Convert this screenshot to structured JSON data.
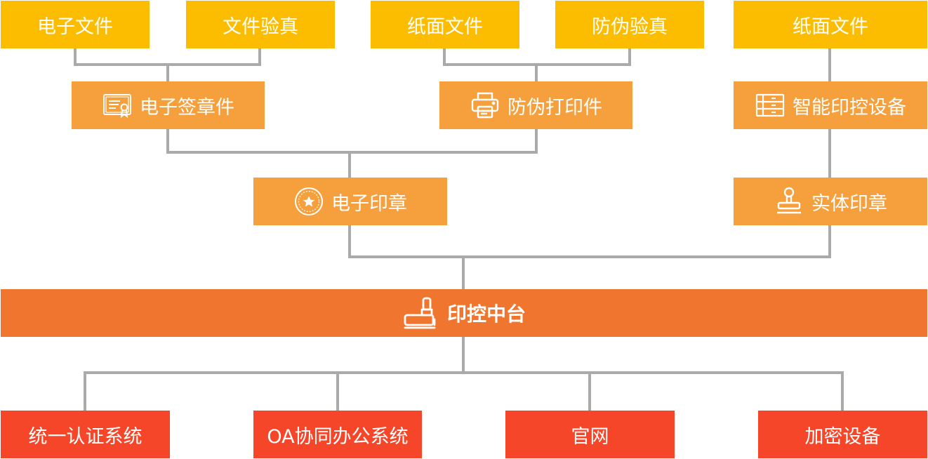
{
  "top": {
    "electronic_file": "电子文件",
    "file_verify": "文件验真",
    "paper_file_1": "纸面文件",
    "anti_fake_verify": "防伪验真",
    "paper_file_2": "纸面文件"
  },
  "middle": {
    "e_signed_file": "电子签章件",
    "anti_fake_print": "防伪打印件",
    "smart_seal_device": "智能印控设备"
  },
  "seals": {
    "electronic_seal": "电子印章",
    "physical_seal": "实体印章"
  },
  "hub": {
    "label": "印控中台"
  },
  "bottom": {
    "unified_auth": "统一认证系统",
    "oa_system": "OA协同办公系统",
    "website": "官网",
    "encrypt_device": "加密设备"
  },
  "colors": {
    "yellow": "#fcbd00",
    "orange": "#f5a03c",
    "hub": "#f07630",
    "red": "#f5462a",
    "connector": "#aaaaaa"
  },
  "icons": {
    "e_signed_file": "certificate-icon",
    "anti_fake_print": "printer-icon",
    "smart_seal_device": "cabinet-icon",
    "electronic_seal": "star-seal-icon",
    "physical_seal": "stamp-icon",
    "hub": "stamp-icon"
  }
}
